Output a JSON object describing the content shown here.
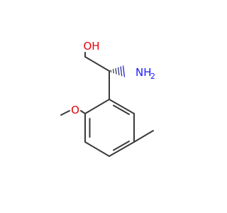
{
  "molecule": {
    "atoms": {
      "hydroxyl": {
        "text": "OH",
        "color": "#e8000b"
      },
      "amine": {
        "text": "NH",
        "subscript": "2",
        "color": "#1a1aff"
      },
      "methoxy_oxygen": {
        "text": "O",
        "color": "#e8000b"
      }
    },
    "bond_color": "#3a3a3a"
  }
}
